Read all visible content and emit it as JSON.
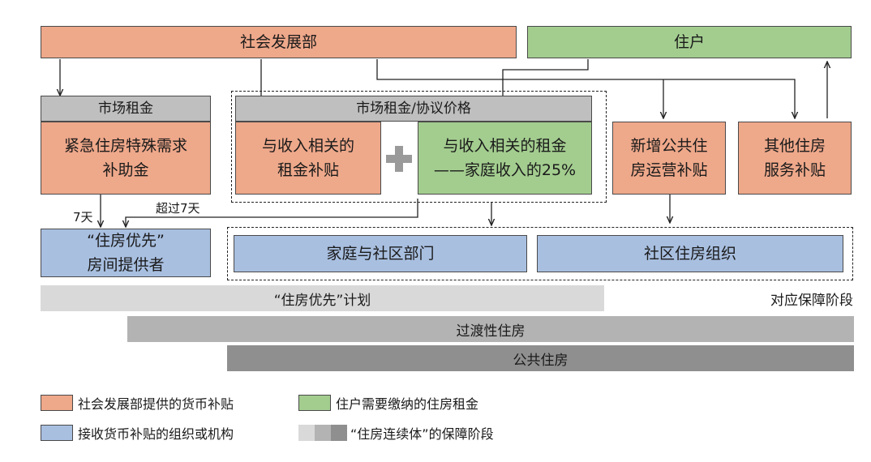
{
  "nodes": {
    "social_dev": "社会发展部",
    "tenant": "住户",
    "market_rent_hdr": "市场租金",
    "emergency": "紧急住房特殊需求\n补助金",
    "market_rent_agree_hdr": "市场租金/协议价格",
    "income_subsidy": "与收入相关的\n租金补贴",
    "income_rent": "与收入相关的租金\n——家庭收入的25%",
    "new_public": "新增公共住\n房运营补贴",
    "other_service": "其他住房\n服务补贴",
    "hf_provider": "“住房优先”\n房间提供者",
    "family_dept": "家庭与社区部门",
    "community_org": "社区住房组织"
  },
  "edge_labels": {
    "seven_days": "7天",
    "over_seven_days": "超过7天"
  },
  "bands": {
    "housing_first": "“住房优先”计划",
    "stage_label": "对应保障阶段",
    "transitional": "过渡性住房",
    "public_housing": "公共住房"
  },
  "legend": {
    "orange": "社会发展部提供的货币补贴",
    "green": "住户需要缴纳的住房租金",
    "blue": "接收货币补贴的组织或机构",
    "gray": "“住房连续体”的保障阶段"
  },
  "colors": {
    "orange": "#eea88a",
    "green": "#a3cd8f",
    "blue": "#a8bfe0",
    "gray_light": "#d9d9d9",
    "gray_mid": "#b0b0b0",
    "gray_dark": "#8c8c8c"
  }
}
